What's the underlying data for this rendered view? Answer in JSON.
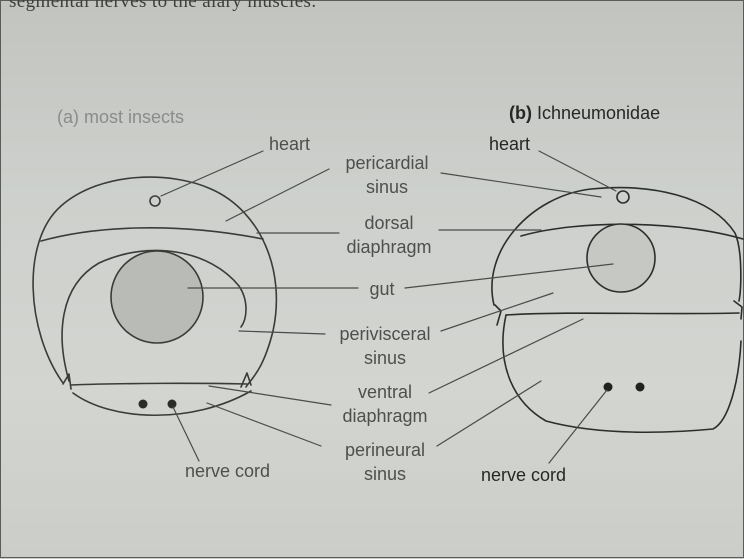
{
  "caption_fragment": "segmental nerves to the alary muscles.",
  "panel_a": {
    "letter": "(a)",
    "title": "most insects"
  },
  "panel_b": {
    "letter": "(b)",
    "title": "Ichneumonidae"
  },
  "labels": {
    "heart_a": "heart",
    "heart_b": "heart",
    "pericardial_sinus": [
      "pericardial",
      "sinus"
    ],
    "dorsal_diaphragm": [
      "dorsal",
      "diaphragm"
    ],
    "gut": "gut",
    "perivisceral_sinus": [
      "perivisceral",
      "sinus"
    ],
    "ventral_diaphragm": [
      "ventral",
      "diaphragm"
    ],
    "perineural_sinus": [
      "perineural",
      "sinus"
    ],
    "nerve_cord_a": "nerve cord",
    "nerve_cord_b": "nerve cord"
  }
}
